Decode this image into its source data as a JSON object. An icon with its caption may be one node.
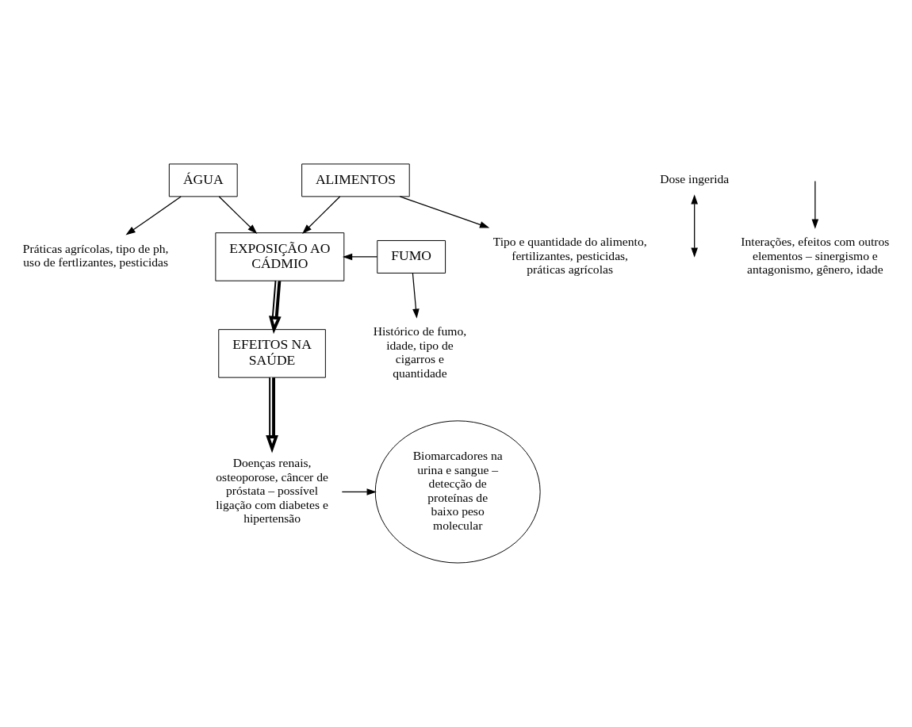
{
  "diagram": {
    "nodes": [
      {
        "text": [
          "Práticas agrícolas, tipo de ph, uso de fertlizantes, pesticidas"
        ]
      },
      {
        "text": [
          "Tipo e quantidade do alimento, fertilizantes, pesticidas, práticas agrícolas"
        ]
      },
      {
        "text": [
          "ÁGUA"
        ]
      },
      {
        "text": [
          "ALIMENTOS"
        ]
      },
      {
        "text": [
          "FUMO"
        ]
      },
      {
        "text": [
          "EXPOSIÇÃO AO CÁDMIO"
        ]
      },
      {
        "text": [
          "Dose ingerida"
        ]
      },
      {
        "text": [
          "Interações, efeitos com outros elementos – sinergismo e antagonismo, gênero, idade"
        ]
      },
      {
        "text": [
          "Histórico de fumo, idade, tipo de cigarros e quantidade"
        ]
      },
      {
        "text": [
          "EFEITOS NA SAÚDE"
        ]
      },
      {
        "text": [
          "Doenças renais, osteoporose, câncer de próstata – possível ligação com diabetes e hipertensão"
        ]
      },
      {
        "text": [
          "Biomarcadores na urina e sangue – detecção de proteínas de baixo peso molecular"
        ]
      }
    ],
    "edges": [
      {
        "from": 2,
        "to": 0,
        "arrow": "to"
      },
      {
        "from": 3,
        "to": 1,
        "arrow": "to"
      },
      {
        "from": 2,
        "to": 5,
        "arrow": "to"
      },
      {
        "from": 3,
        "to": 5,
        "arrow": "to"
      },
      {
        "from": 4,
        "to": 5,
        "arrow": "to"
      },
      {
        "from": 4,
        "to": 8,
        "arrow": "to"
      },
      {
        "from": 5,
        "to": 9,
        "arrow": "to",
        "style": "thick"
      },
      {
        "from": 6,
        "to": null,
        "arrow": "both"
      },
      {
        "from": null,
        "to": 7,
        "arrow": "to"
      },
      {
        "from": 9,
        "to": 10,
        "arrow": "to",
        "style": "thick"
      },
      {
        "from": 10,
        "to": 11,
        "arrow": "to"
      }
    ]
  }
}
